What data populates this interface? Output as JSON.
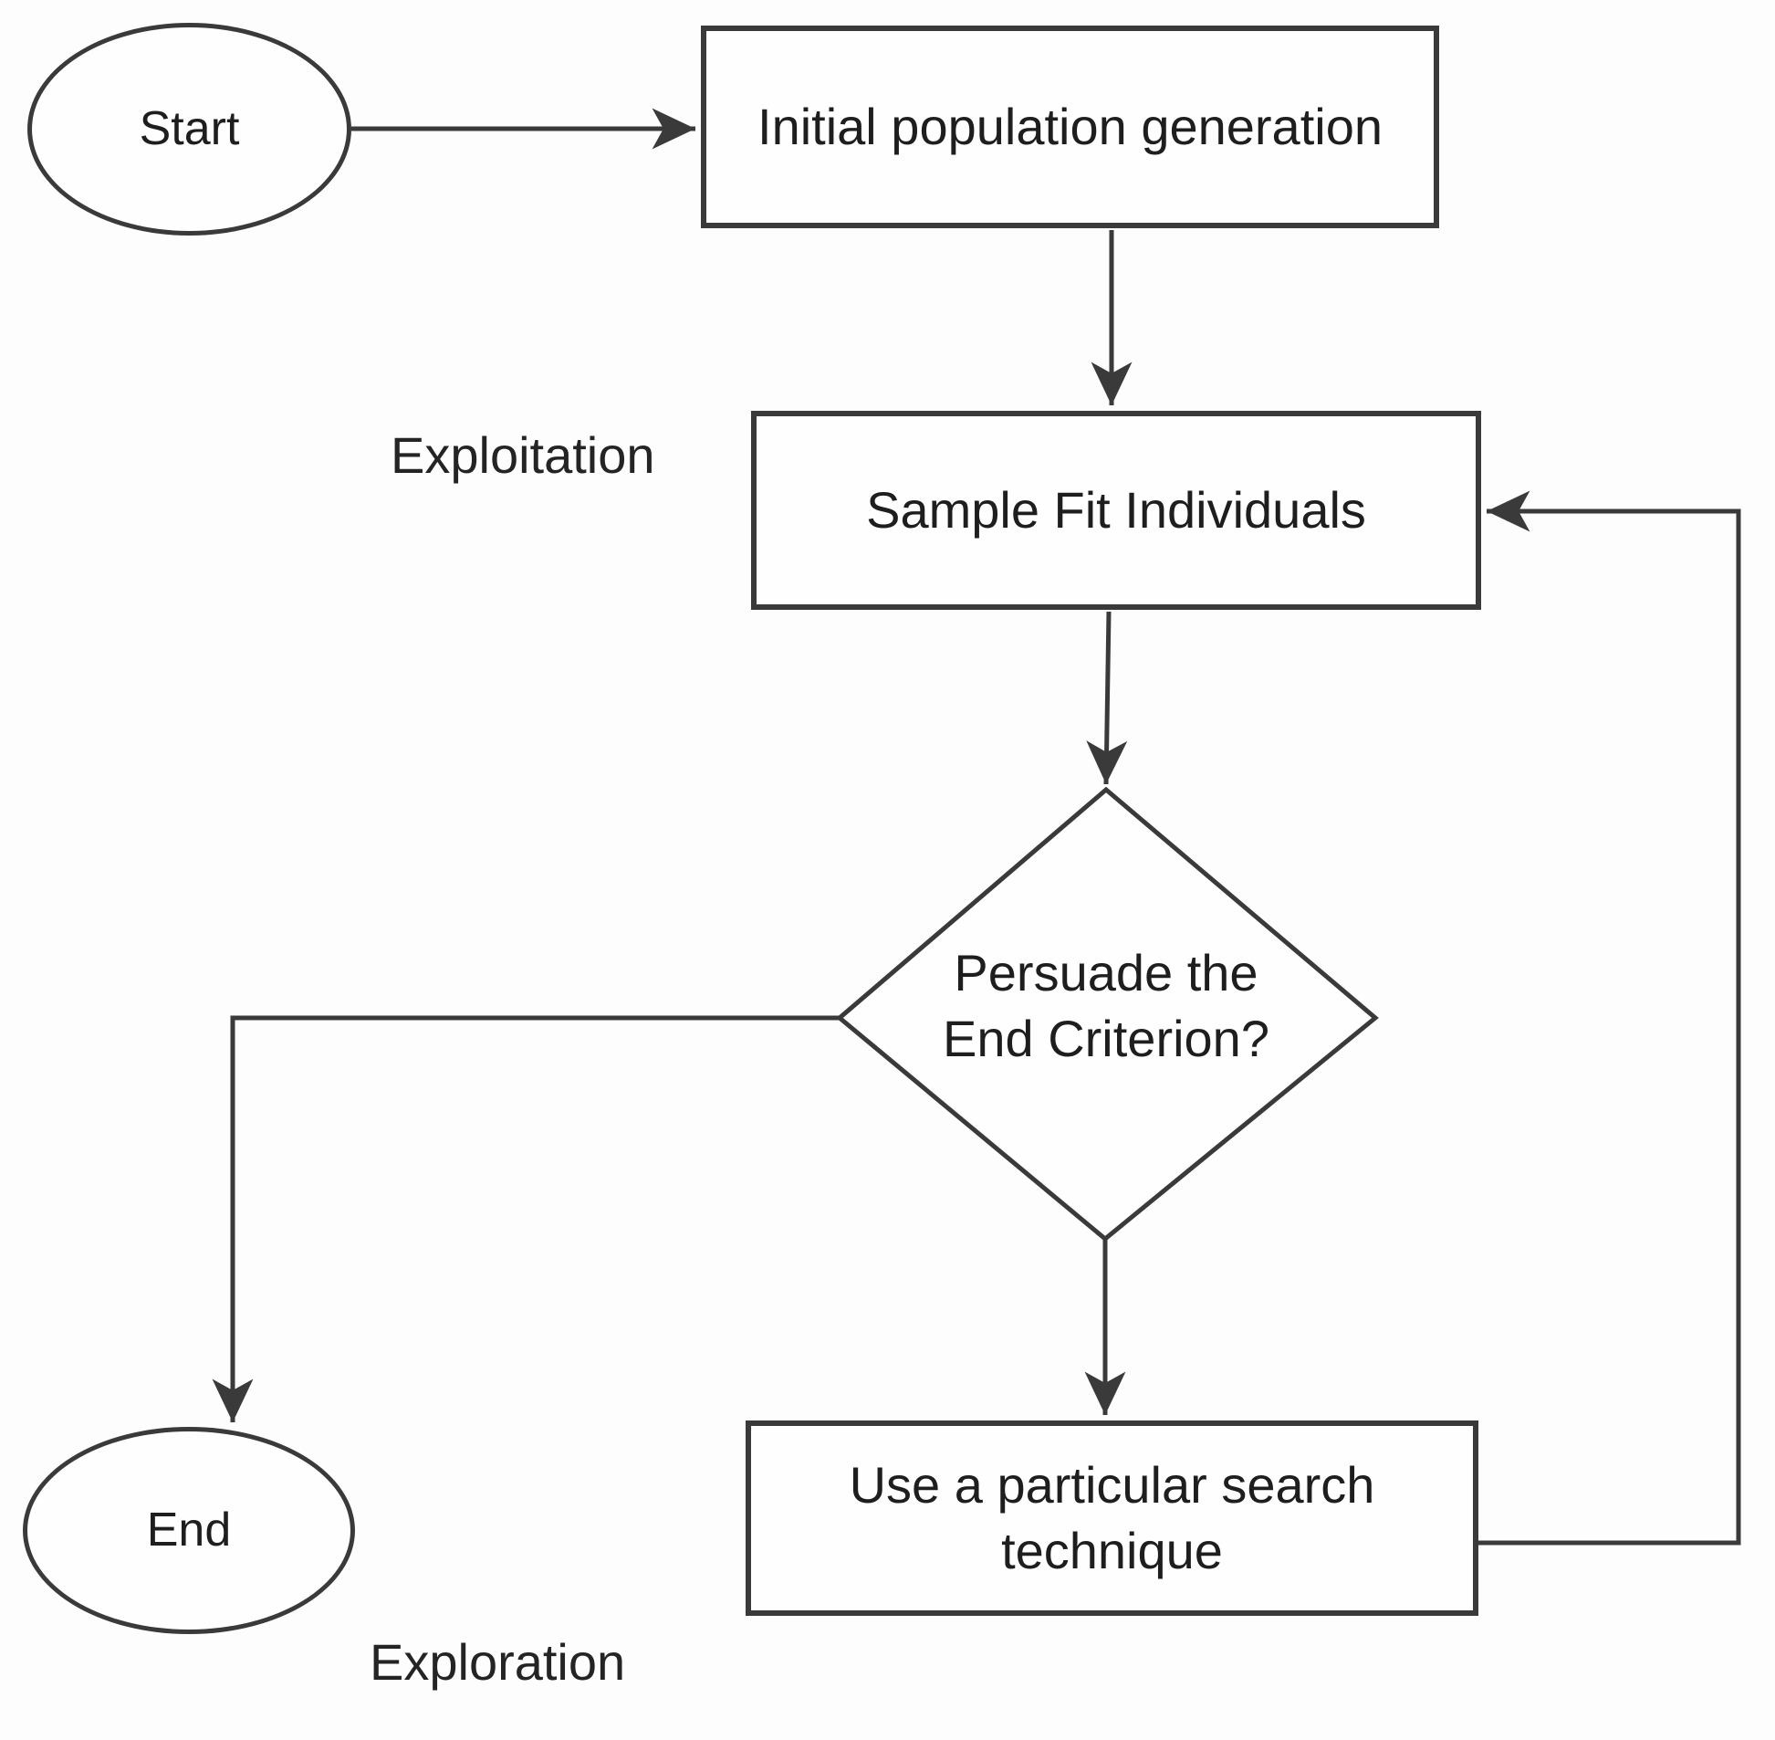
{
  "diagram": {
    "type": "flowchart",
    "background_color": "#fdfdfd",
    "stroke_color": "#3a3a3a",
    "text_color": "#1e1e1e",
    "nodes": {
      "start": {
        "shape": "terminator-ellipse",
        "label": "Start"
      },
      "initial_population": {
        "shape": "process-rectangle",
        "label": "Initial population generation"
      },
      "sample_fit": {
        "shape": "process-rectangle",
        "label": "Sample Fit Individuals"
      },
      "end_criterion": {
        "shape": "decision-diamond",
        "label": "Persuade the End Criterion?"
      },
      "search_technique": {
        "shape": "process-rectangle",
        "label": "Use a particular search technique"
      },
      "end": {
        "shape": "terminator-ellipse",
        "label": "End"
      }
    },
    "annotations": {
      "exploitation": "Exploitation",
      "exploration": "Exploration"
    },
    "edges": [
      {
        "from": "start",
        "to": "initial_population"
      },
      {
        "from": "initial_population",
        "to": "sample_fit"
      },
      {
        "from": "sample_fit",
        "to": "end_criterion"
      },
      {
        "from": "end_criterion",
        "to": "end"
      },
      {
        "from": "end_criterion",
        "to": "search_technique"
      },
      {
        "from": "search_technique",
        "to": "sample_fit",
        "note": "feedback loop"
      }
    ]
  }
}
